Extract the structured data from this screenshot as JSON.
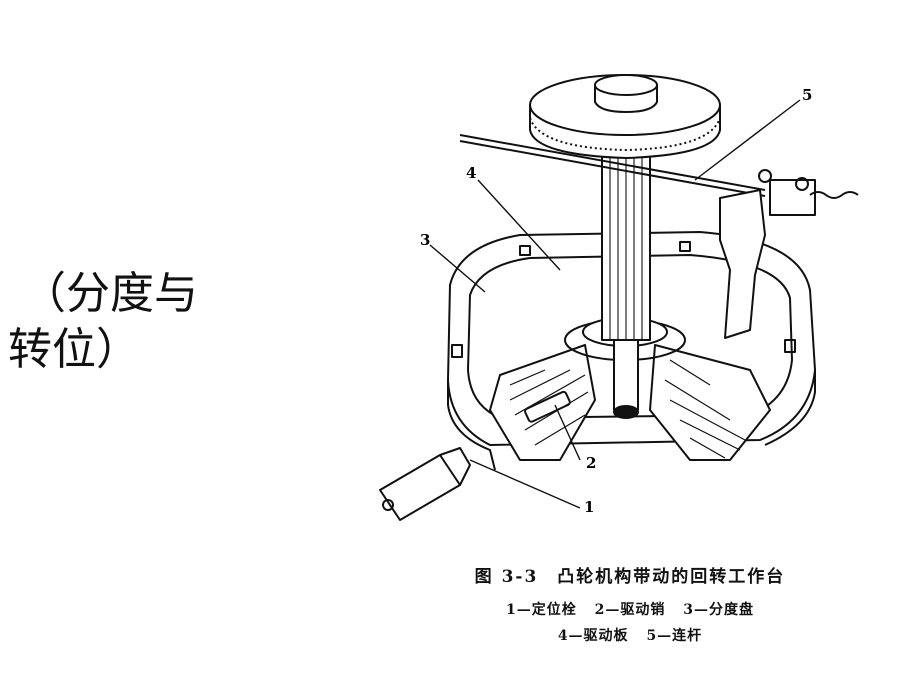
{
  "side_label": {
    "line1": "（分度与",
    "line2": "转位）"
  },
  "figure": {
    "callouts": [
      "1",
      "2",
      "3",
      "4",
      "5"
    ]
  },
  "caption": {
    "title": "图 3-3　凸轮机构带动的回转工作台",
    "legend": [
      "1—定位栓",
      "2—驱动销",
      "3—分度盘",
      "4—驱动板",
      "5—连杆"
    ]
  }
}
